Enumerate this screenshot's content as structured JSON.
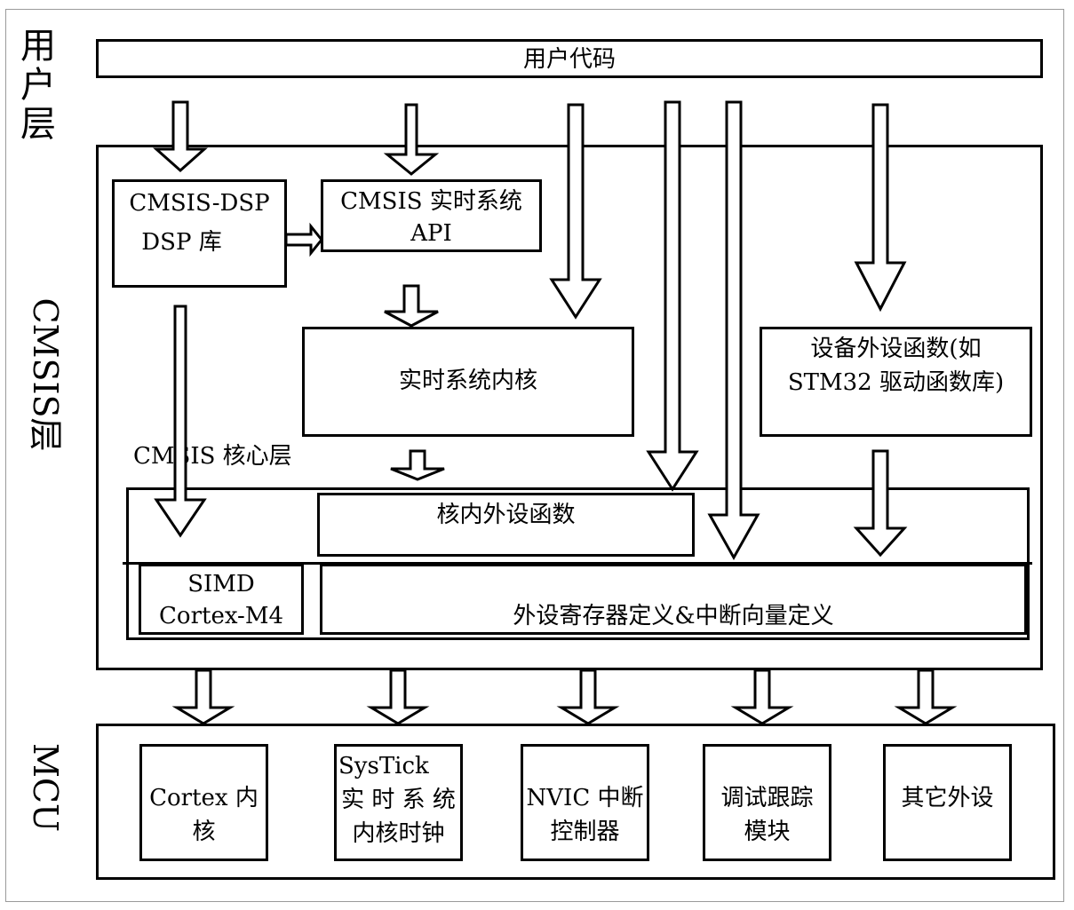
{
  "layers": {
    "user": "用户层",
    "cmsis": "CMSIS层",
    "mcu": "MCU"
  },
  "user_code": "用户代码",
  "cmsis_dsp": {
    "line1": "CMSIS-DSP",
    "line2": "DSP 库"
  },
  "rtos_api": {
    "line1": "CMSIS 实时系统",
    "line2": "API"
  },
  "rtos_kernel": "实时系统内核",
  "device_driver": {
    "line1": "设备外设函数(如",
    "line2": "STM32 驱动函数库)"
  },
  "core_layer": "CMSIS 核心层",
  "core_peripheral": "核内外设函数",
  "simd": {
    "line1": "SIMD",
    "line2": "Cortex-M4"
  },
  "register_def": "外设寄存器定义&中断向量定义",
  "mcu_blocks": [
    {
      "line1": "Cortex 内",
      "line2": "核"
    },
    {
      "line1": "SysTick",
      "line2": "实 时 系 统",
      "line3": "内核时钟"
    },
    {
      "line1": "NVIC 中断",
      "line2": "控制器"
    },
    {
      "line1": "调试跟踪",
      "line2": "模块"
    },
    {
      "line1": "其它外设"
    }
  ]
}
